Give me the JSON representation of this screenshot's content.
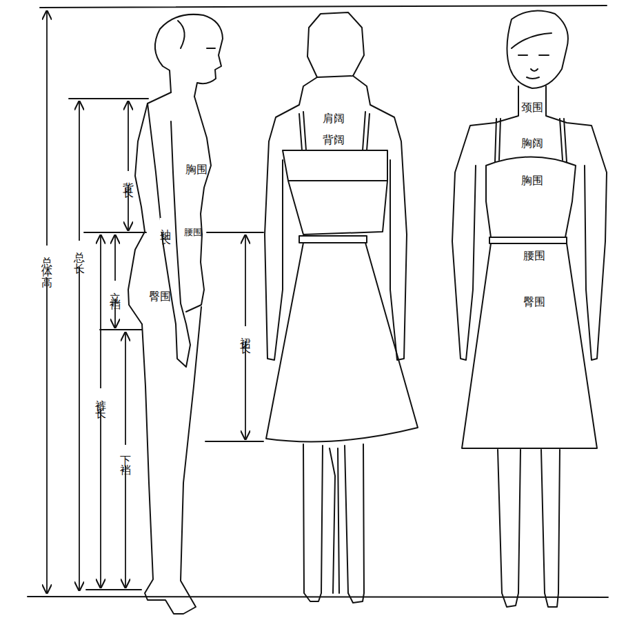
{
  "diagram": {
    "labels": [
      "总体高",
      "总长",
      "背长",
      "胸围",
      "袖长",
      "腰围",
      "立裆",
      "臀围",
      "裤长",
      "下裆",
      "裙长",
      "肩阔",
      "背阔",
      "颈围",
      "胸阔",
      "胸围",
      "腰围",
      "臀围"
    ]
  }
}
